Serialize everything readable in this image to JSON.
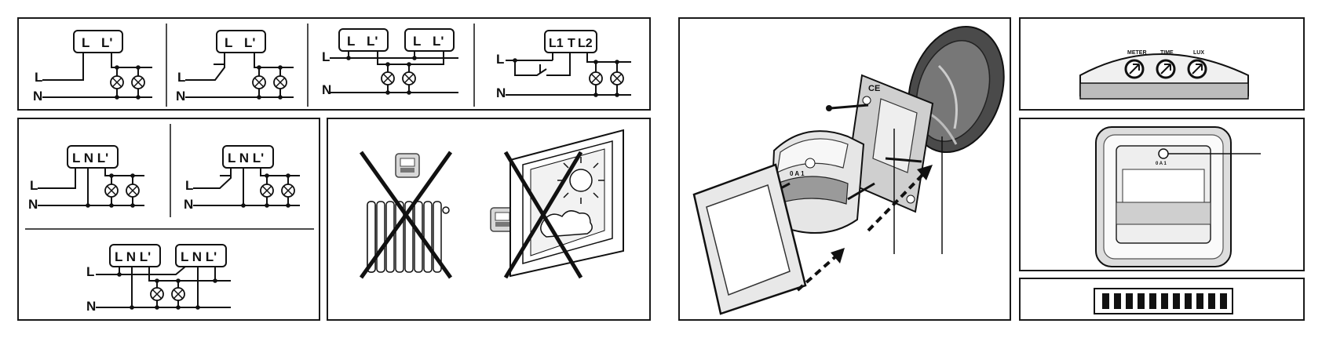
{
  "labels": {
    "L": "L",
    "N": "N",
    "L_prime": "L'",
    "L1": "L1",
    "T": "T",
    "L2": "L2",
    "LNL": "L N L'"
  },
  "detector_knobs": {
    "meter": "METER",
    "time": "TIME",
    "lux": "LUX",
    "plus": "+",
    "minus": "-"
  },
  "device_marks": {
    "ce": "CE",
    "dial": "0 A 1"
  }
}
